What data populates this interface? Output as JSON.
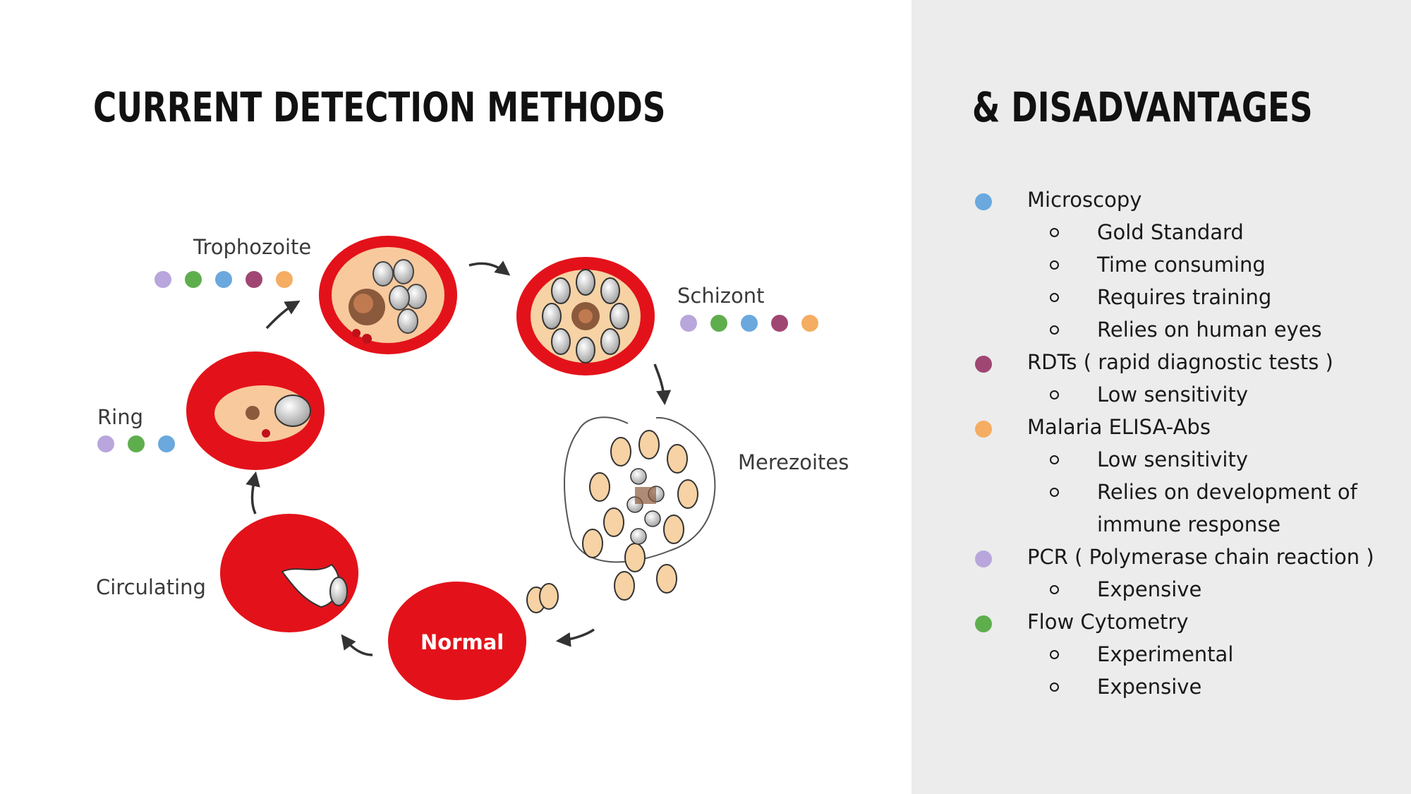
{
  "titles": {
    "left": "CURRENT DETECTION METHODS",
    "right": "& DISADVANTAGES"
  },
  "colors": {
    "pcr": "#b8a6dc",
    "flow": "#5fae4e",
    "microscopy": "#6aa8de",
    "rdt": "#a04673",
    "elisa": "#f4ad62",
    "cell_red": "#e3121a",
    "panel_bg": "#ececec"
  },
  "diagram": {
    "stages": {
      "trophozoite": {
        "label": "Trophozoite",
        "methods": [
          "pcr",
          "flow",
          "microscopy",
          "rdt",
          "elisa"
        ]
      },
      "schizont": {
        "label": "Schizont",
        "methods": [
          "pcr",
          "flow",
          "microscopy",
          "rdt",
          "elisa"
        ]
      },
      "ring": {
        "label": "Ring",
        "methods": [
          "pcr",
          "flow",
          "microscopy"
        ]
      },
      "merozoites": {
        "label": "Merezoites"
      },
      "circulating": {
        "label": "Circulating"
      },
      "normal": {
        "label": "Normal"
      }
    }
  },
  "methods": [
    {
      "key": "microscopy",
      "name": "Microscopy",
      "disadvantages": [
        "Gold Standard",
        "Time consuming",
        "Requires training",
        "Relies on human eyes"
      ]
    },
    {
      "key": "rdt",
      "name": "RDTs ( rapid diagnostic tests )",
      "disadvantages": [
        "Low sensitivity"
      ]
    },
    {
      "key": "elisa",
      "name": "Malaria ELISA-Abs",
      "disadvantages": [
        "Low sensitivity",
        "Relies on development of immune response"
      ]
    },
    {
      "key": "pcr",
      "name": "PCR ( Polymerase chain reaction )",
      "disadvantages": [
        "Expensive"
      ]
    },
    {
      "key": "flow",
      "name": "Flow Cytometry",
      "disadvantages": [
        "Experimental",
        "Expensive"
      ]
    }
  ]
}
